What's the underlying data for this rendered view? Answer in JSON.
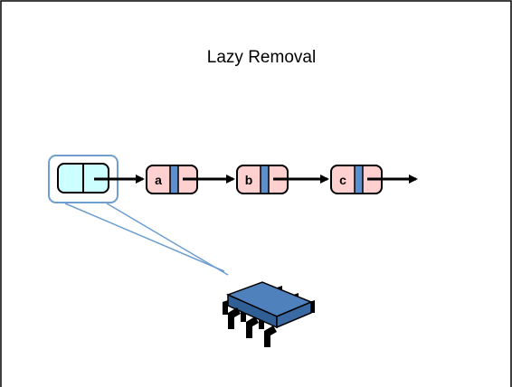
{
  "slide": {
    "title": "Lazy Removal"
  },
  "list": {
    "nodes": [
      {
        "label": "a",
        "marked": false
      },
      {
        "label": "b",
        "marked": false
      },
      {
        "label": "c",
        "marked": false
      }
    ]
  },
  "colors": {
    "head_fill": "#ccffff",
    "node_fill": "#ffd0d0",
    "mark_fill": "#5b8fd0",
    "callout": "#6f9ecf",
    "thread": "#4f81bd"
  }
}
